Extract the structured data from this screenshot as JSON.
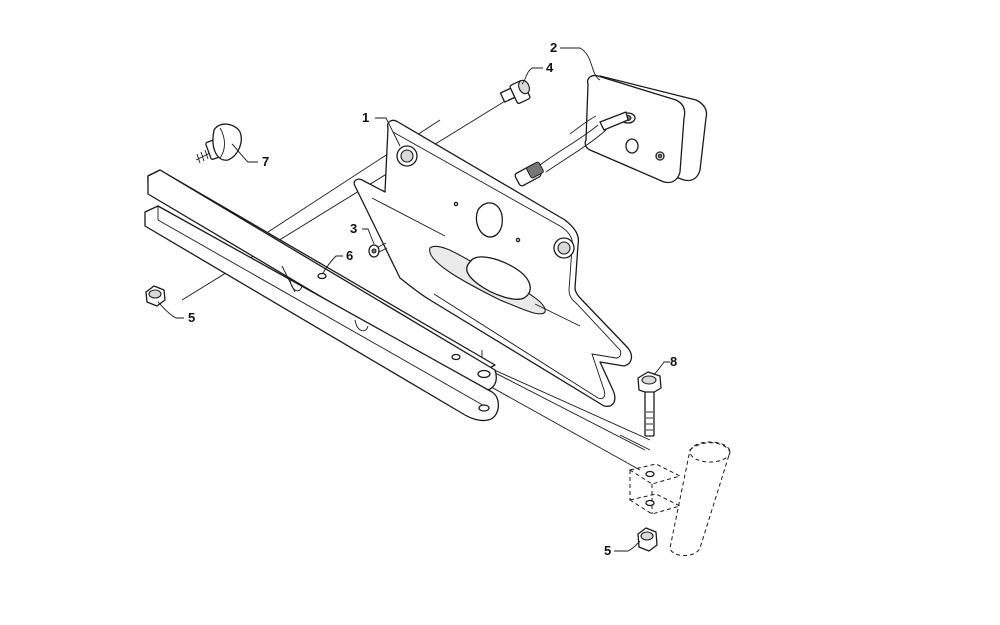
{
  "callouts": {
    "c1": "1",
    "c2": "2",
    "c3": "3",
    "c4": "4",
    "c5a": "5",
    "c5b": "5",
    "c6": "6",
    "c7": "7",
    "c8": "8"
  },
  "parts": [
    {
      "callout": "1",
      "name": "license plate bracket"
    },
    {
      "callout": "2",
      "name": "tail light"
    },
    {
      "callout": "3",
      "name": "screw"
    },
    {
      "callout": "4",
      "name": "cap screw"
    },
    {
      "callout": "5",
      "name": "nut"
    },
    {
      "callout": "6",
      "name": "mounting bar"
    },
    {
      "callout": "7",
      "name": "knob"
    },
    {
      "callout": "8",
      "name": "bolt"
    }
  ],
  "colors": {
    "line": "#1a1a1a",
    "fill": "#ffffff",
    "shade": "#d9d9d9"
  }
}
